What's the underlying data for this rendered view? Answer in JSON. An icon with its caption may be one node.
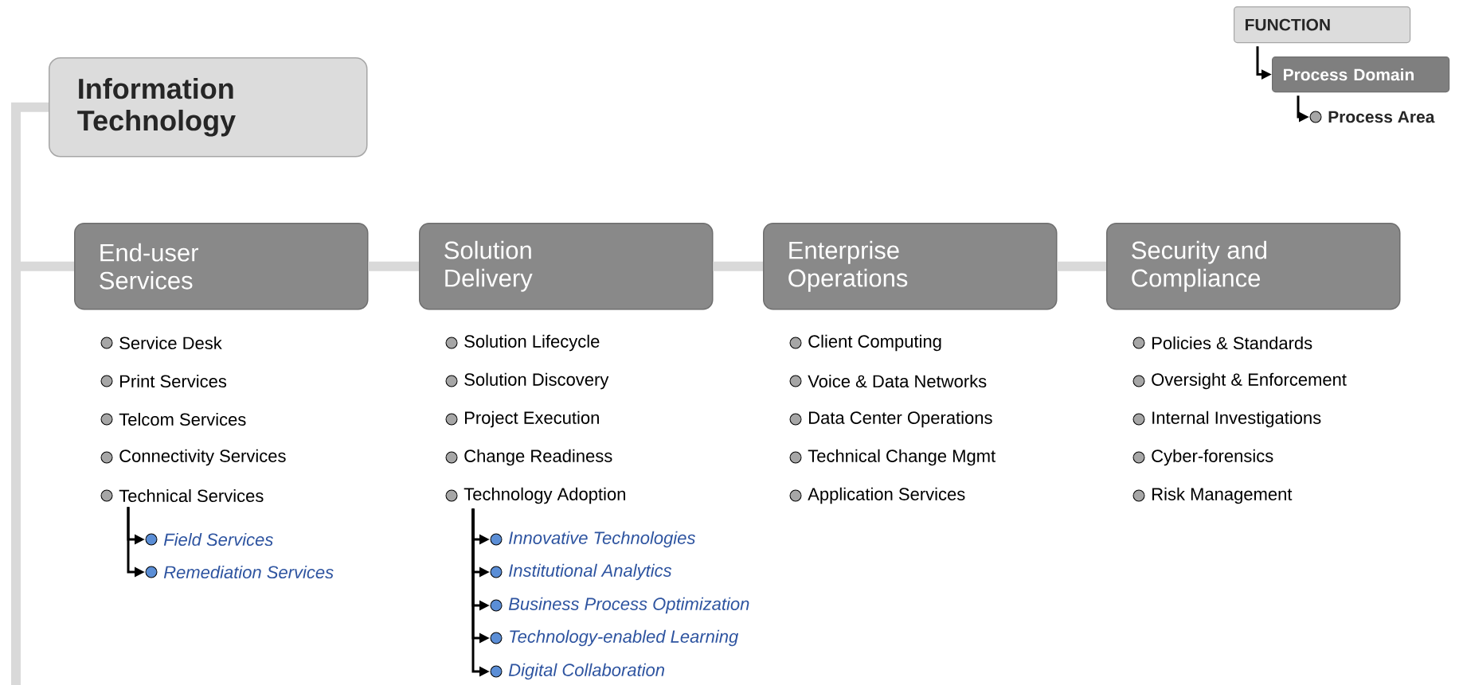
{
  "diagram": {
    "nodes": [
      {
        "text": [
          "Information Technology"
        ]
      },
      {
        "text": [
          "End-user Services"
        ]
      },
      {
        "text": [
          "Solution Delivery"
        ]
      },
      {
        "text": [
          "Enterprise Operations"
        ]
      },
      {
        "text": [
          "Security and Compliance"
        ]
      },
      {
        "text": [
          "Service Desk"
        ]
      },
      {
        "text": [
          "Print Services"
        ]
      },
      {
        "text": [
          "Telcom Services"
        ]
      },
      {
        "text": [
          "Connectivity Services"
        ]
      },
      {
        "text": [
          "Technical Services"
        ]
      },
      {
        "text": [
          "Field Services"
        ]
      },
      {
        "text": [
          "Remediation Services"
        ]
      },
      {
        "text": [
          "Solution Lifecycle"
        ]
      },
      {
        "text": [
          "Solution Discovery"
        ]
      },
      {
        "text": [
          "Project Execution"
        ]
      },
      {
        "text": [
          "Change Readiness"
        ]
      },
      {
        "text": [
          "Technology Adoption"
        ]
      },
      {
        "text": [
          "Innovative Technologies"
        ]
      },
      {
        "text": [
          "Institutional Analytics"
        ]
      },
      {
        "text": [
          "Business Process Optimization"
        ]
      },
      {
        "text": [
          "Technology-enabled Learning"
        ]
      },
      {
        "text": [
          "Digital Collaboration"
        ]
      },
      {
        "text": [
          "Client Computing"
        ]
      },
      {
        "text": [
          "Voice & Data Networks"
        ]
      },
      {
        "text": [
          "Data Center Operations"
        ]
      },
      {
        "text": [
          "Technical Change Mgmt"
        ]
      },
      {
        "text": [
          "Application Services"
        ]
      },
      {
        "text": [
          "Policies & Standards"
        ]
      },
      {
        "text": [
          "Oversight & Enforcement"
        ]
      },
      {
        "text": [
          "Internal Investigations"
        ]
      },
      {
        "text": [
          "Cyber-forensics"
        ]
      },
      {
        "text": [
          "Risk Management"
        ]
      },
      {
        "text": [
          "FUNCTION"
        ]
      },
      {
        "text": [
          "Process Domain"
        ]
      },
      {
        "text": [
          "Process Area"
        ]
      }
    ],
    "edges": [
      {
        "from": 0,
        "to": 1,
        "arrow": "none",
        "style": "thick",
        "color": "#d9d9d9"
      },
      {
        "from": 1,
        "to": 2,
        "arrow": "none",
        "style": "thick",
        "color": "#d9d9d9"
      },
      {
        "from": 2,
        "to": 3,
        "arrow": "none",
        "style": "thick",
        "color": "#d9d9d9"
      },
      {
        "from": 3,
        "to": 4,
        "arrow": "none",
        "style": "thick",
        "color": "#d9d9d9"
      },
      {
        "from": 9,
        "to": 10,
        "arrow": "to"
      },
      {
        "from": 9,
        "to": 11,
        "arrow": "to"
      },
      {
        "from": 16,
        "to": 17,
        "arrow": "to"
      },
      {
        "from": 16,
        "to": 18,
        "arrow": "to"
      },
      {
        "from": 16,
        "to": 19,
        "arrow": "to"
      },
      {
        "from": 16,
        "to": 20,
        "arrow": "to"
      },
      {
        "from": 16,
        "to": 21,
        "arrow": "to"
      },
      {
        "from": 32,
        "to": 33,
        "arrow": "to"
      },
      {
        "from": 33,
        "to": 34,
        "arrow": "to"
      }
    ]
  }
}
